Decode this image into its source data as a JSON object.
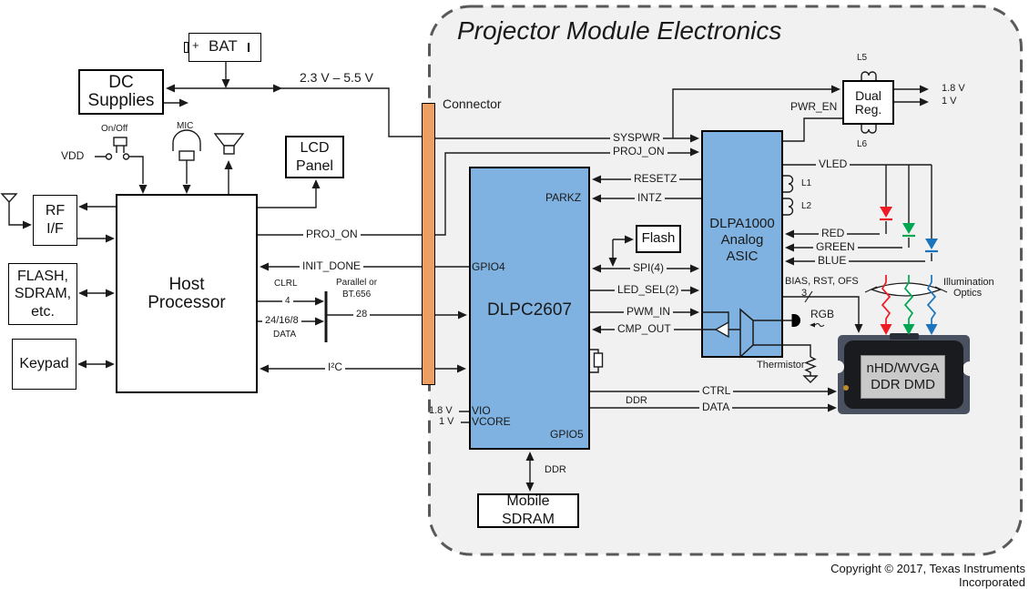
{
  "title": "Projector Module Electronics",
  "copyright": "Copyright © 2017, Texas Instruments Incorporated",
  "colors": {
    "module_bg": "#F1F1F1",
    "module_border": "#595959",
    "chip_blue": "#7FB2E0",
    "connector_orange": "#EC9E63",
    "led_red": "#ED1C24",
    "led_green": "#00A651",
    "led_blue": "#1C75BC"
  },
  "left": {
    "bat": "BAT",
    "bat_plus": "+",
    "dc": [
      "DC",
      "Supplies"
    ],
    "power_range": "2.3 V – 5.5 V",
    "onoff": "On/Off",
    "vdd": "VDD",
    "mic": "MIC",
    "lcd": [
      "LCD",
      "Panel"
    ],
    "rf": [
      "RF",
      "I/F"
    ],
    "mem": [
      "FLASH,",
      "SDRAM,",
      "etc."
    ],
    "keypad": "Keypad",
    "host": [
      "Host",
      "Processor"
    ],
    "proj_on": "PROJ_ON",
    "init_done": "INIT_DONE",
    "clrl": "CLRL",
    "clrl_width": "4",
    "parallel": [
      "Parallel or",
      "BT.656"
    ],
    "bus_width": "28",
    "data_width": "24/16/8",
    "data_label": "DATA",
    "i2c": "I²C"
  },
  "connector": "Connector",
  "dlpc": {
    "name": "DLPC2607",
    "parkz": "PARKZ",
    "gpio4": "GPIO4",
    "gpio5": "GPIO5",
    "vio": "VIO",
    "vcore": "VCORE",
    "vio_v": "1.8 V",
    "vcore_v": "1 V",
    "ddr_mem": "DDR",
    "sdram": "Mobile SDRAM"
  },
  "signals": {
    "syspwr": "SYSPWR",
    "proj_on": "PROJ_ON",
    "resetz": "RESETZ",
    "intz": "INTZ",
    "flash": "Flash",
    "spi": "SPI(4)",
    "led_sel": "LED_SEL(2)",
    "pwm_in": "PWM_IN",
    "cmp_out": "CMP_OUT",
    "ctrl": "CTRL",
    "data": "DATA",
    "ddr": "DDR"
  },
  "dlpa": {
    "name": [
      "DLPA1000",
      "Analog",
      "ASIC"
    ],
    "l1": "L1",
    "l2": "L2",
    "vled": "VLED",
    "red": "RED",
    "green": "GREEN",
    "blue": "BLUE",
    "bias": "BIAS, RST, OFS",
    "bias_width": "3",
    "rgb": "RGB",
    "thermistor": "Thermistor",
    "pwr_en": "PWR_EN"
  },
  "power": {
    "dual_reg": [
      "Dual",
      "Reg."
    ],
    "l5": "L5",
    "l6": "L6",
    "v18": "1.8 V",
    "v1": "1 V"
  },
  "optics": {
    "label": [
      "Illumination",
      "Optics"
    ],
    "dmd": [
      "nHD/WVGA",
      "DDR DMD"
    ]
  }
}
